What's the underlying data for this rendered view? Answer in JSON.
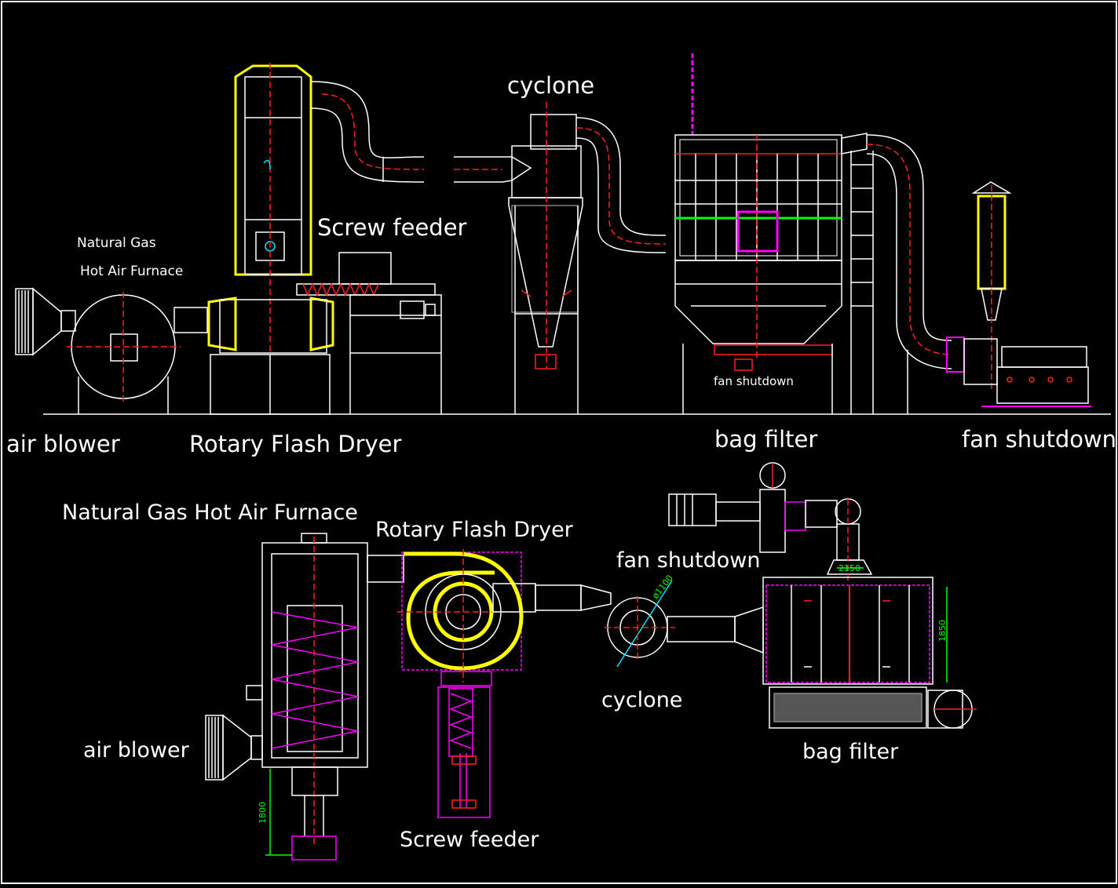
{
  "top_view": {
    "labels": {
      "natural_gas_line1": "Natural Gas",
      "natural_gas_line2": "Hot Air Furnace",
      "screw_feeder": "Screw feeder",
      "cyclone": "cyclone",
      "fan_shutdown_small": "fan shutdown",
      "air_blower": "air blower",
      "rotary_flash_dryer": "Rotary Flash Dryer",
      "bag_filter": "bag filter",
      "fan_shutdown": "fan shutdown"
    }
  },
  "plan_view": {
    "labels": {
      "natural_gas_furnace": "Natural Gas Hot Air Furnace",
      "rotary_flash_dryer": "Rotary Flash Dryer",
      "fan_shutdown": "fan shutdown",
      "cyclone": "cyclone",
      "air_blower": "air blower",
      "bag_filter": "bag filter",
      "screw_feeder": "Screw feeder"
    },
    "dimensions": {
      "duct_diameter": "ø1100",
      "filter_width": "2150",
      "filter_height": "1850",
      "furnace_height": "1800"
    }
  },
  "colors": {
    "background": "#000000",
    "line": "#ffffff",
    "centerline": "#ff2020",
    "highlight": "#ffff00",
    "accent": "#ff00ff",
    "dimension": "#00ff00",
    "cyan": "#00e5ff"
  }
}
